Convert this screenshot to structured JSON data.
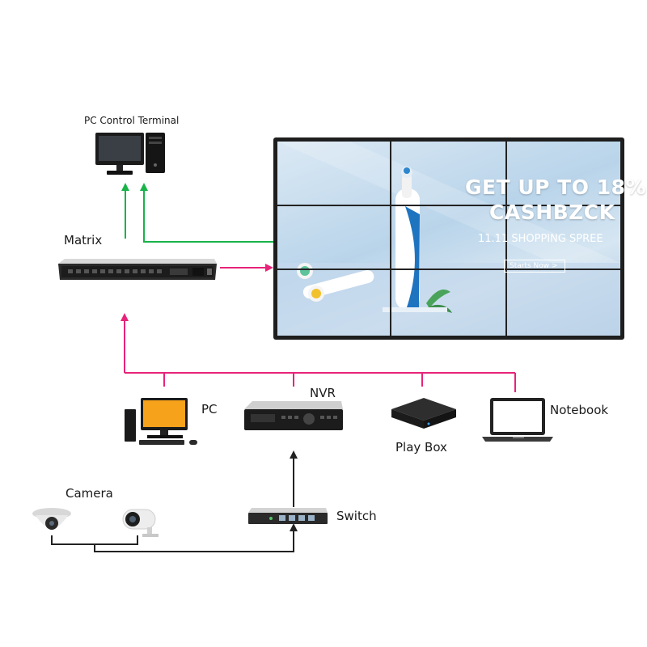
{
  "labels": {
    "pc_control_terminal": "PC Control Terminal",
    "matrix": "Matrix",
    "pc": "PC",
    "nvr": "NVR",
    "play_box": "Play Box",
    "notebook": "Notebook",
    "camera": "Camera",
    "switch": "Switch"
  },
  "video_wall": {
    "headline_1": "GET UP TO 18%",
    "headline_2": "CASHBZCK",
    "subline": "11.11 SHOPPING SPREE",
    "cta": "Starts Now >"
  },
  "colors": {
    "green_link": "#19b34a",
    "magenta_link": "#e8237a",
    "black_link": "#222222"
  }
}
